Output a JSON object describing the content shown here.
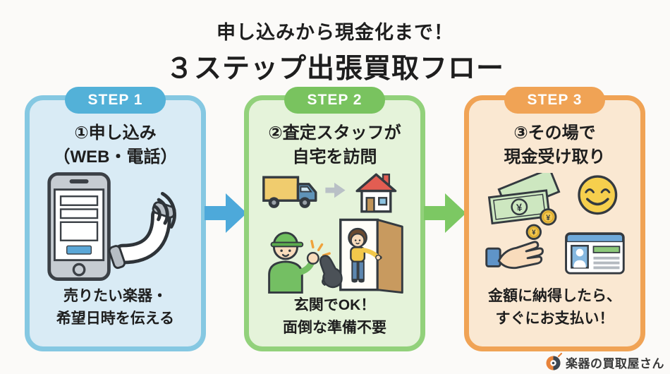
{
  "title": {
    "line1": "申し込みから現金化まで！",
    "line2": "３ステップ出張買取フロー"
  },
  "steps": [
    {
      "badge": "STEP 1",
      "title1": "①申し込み",
      "title2": "（WEB・電話）",
      "caption1": "売りたい楽器・",
      "caption2": "希望日時を伝える",
      "icons": [
        "smartphone-icon",
        "phone-handset-icon"
      ],
      "colors": {
        "badge": "#53b1d8",
        "border": "#85c8e2",
        "bg": "#d9ebf5",
        "arrow_after": "#4da9da"
      }
    },
    {
      "badge": "STEP 2",
      "title1": "②査定スタッフが",
      "title2": "自宅を訪問",
      "caption1": "玄関でOK！",
      "caption2": "面倒な準備不要",
      "icons": [
        "truck-icon",
        "house-icon",
        "staff-icon",
        "customer-at-door-icon",
        "guitar-case-icon"
      ],
      "colors": {
        "badge": "#79c35f",
        "border": "#92d17b",
        "bg": "#e5f3da",
        "arrow_after": "#7cc863"
      }
    },
    {
      "badge": "STEP 3",
      "title1": "③その場で",
      "title2": "現金受け取り",
      "caption1": "金額に納得したら、",
      "caption2": "すぐにお支払い！",
      "icons": [
        "banknotes-icon",
        "coins-icon",
        "smiley-icon",
        "hand-icon",
        "id-card-icon"
      ],
      "colors": {
        "badge": "#f0a355",
        "border": "#f0a355",
        "bg": "#fae8d2"
      }
    }
  ],
  "symbols": {
    "yen": "¥"
  },
  "footer": {
    "brand": "楽器の買取屋さん"
  }
}
